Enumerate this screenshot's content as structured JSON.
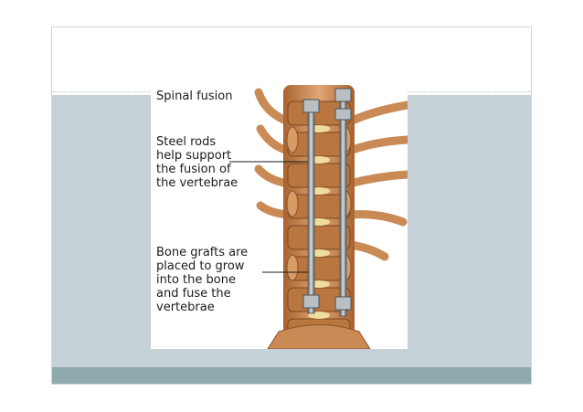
{
  "figure": {
    "title": "Spinal fusion",
    "labels": [
      {
        "text": "Steel rods\nhelp support\nthe fusion of\nthe vertebrae"
      },
      {
        "text": "Bone grafts are\nplaced to grow\ninto the bone\nand fuse the\nvertebrae"
      }
    ]
  },
  "colors": {
    "band": "#c5d1d6",
    "footer": "#8faaad",
    "bone": "#c98a55",
    "rod": "#8c9296"
  }
}
